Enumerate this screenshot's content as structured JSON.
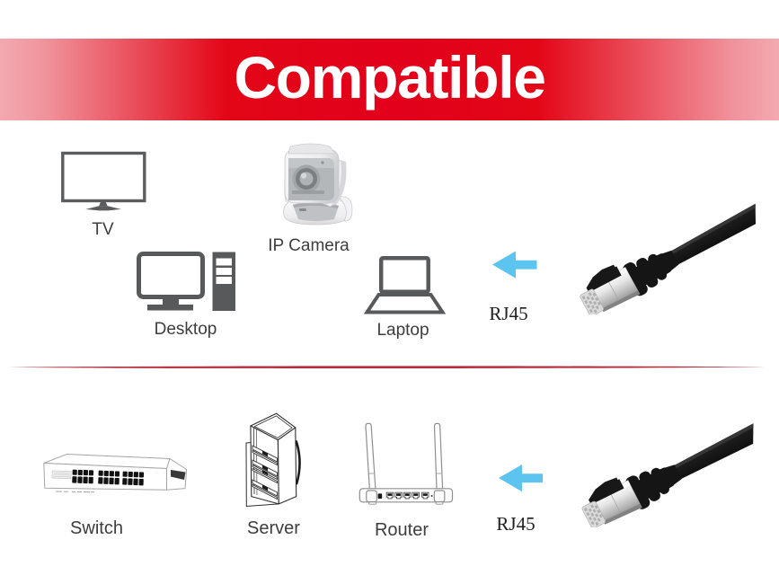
{
  "banner": {
    "title": "Compatible",
    "text_color": "#ffffff",
    "red_center": "#e2001a",
    "red_edge": "#f3a8af"
  },
  "divider": {
    "color": "#b5313e"
  },
  "arrow": {
    "color": "#5cc4ee"
  },
  "icons": {
    "device_gray": "#58595b",
    "lineart_gray": "#9a9a9a",
    "drawing_dark": "#2f2f2f"
  },
  "top_row": {
    "devices": [
      {
        "label": "TV",
        "icon": "tv-icon"
      },
      {
        "label": "IP Camera",
        "icon": "ip-camera-icon"
      },
      {
        "label": "Desktop",
        "icon": "desktop-icon"
      },
      {
        "label": "Laptop",
        "icon": "laptop-icon"
      }
    ],
    "connector_label": "RJ45",
    "arrow_icon": "left-arrow-icon",
    "cable_icon": "rj45-cable-photo"
  },
  "bottom_row": {
    "devices": [
      {
        "label": "Switch",
        "icon": "switch-icon"
      },
      {
        "label": "Server",
        "icon": "server-icon"
      },
      {
        "label": "Router",
        "icon": "router-icon"
      }
    ],
    "connector_label": "RJ45",
    "arrow_icon": "left-arrow-icon",
    "cable_icon": "rj45-cable-photo"
  }
}
